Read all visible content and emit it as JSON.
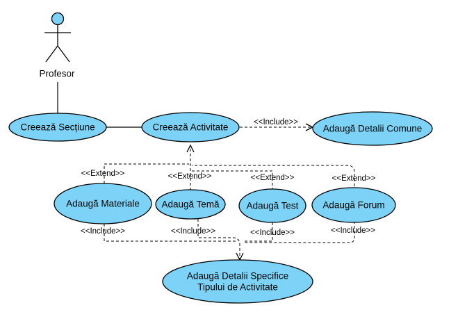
{
  "actor": {
    "name": "Profesor"
  },
  "use_cases": {
    "creeaza_sectiune": "Creează Secțiune",
    "creeaza_activitate": "Creează Activitate",
    "adauga_detalii_comune": "Adaugă Detalii Comune",
    "adauga_materiale": "Adaugă Materiale",
    "adauga_tema": "Adaugă Temă",
    "adauga_test": "Adaugă Test",
    "adauga_forum": "Adaugă Forum",
    "adauga_detalii_specifice_line1": "Adaugă Detalii Specifice",
    "adauga_detalii_specifice_line2": "Tipului de Activitate"
  },
  "relations": {
    "include": "<<Include>>",
    "extend": "<<Extend>>"
  },
  "colors": {
    "use_case_fill": "#7dd3f7",
    "stroke": "#000000"
  }
}
